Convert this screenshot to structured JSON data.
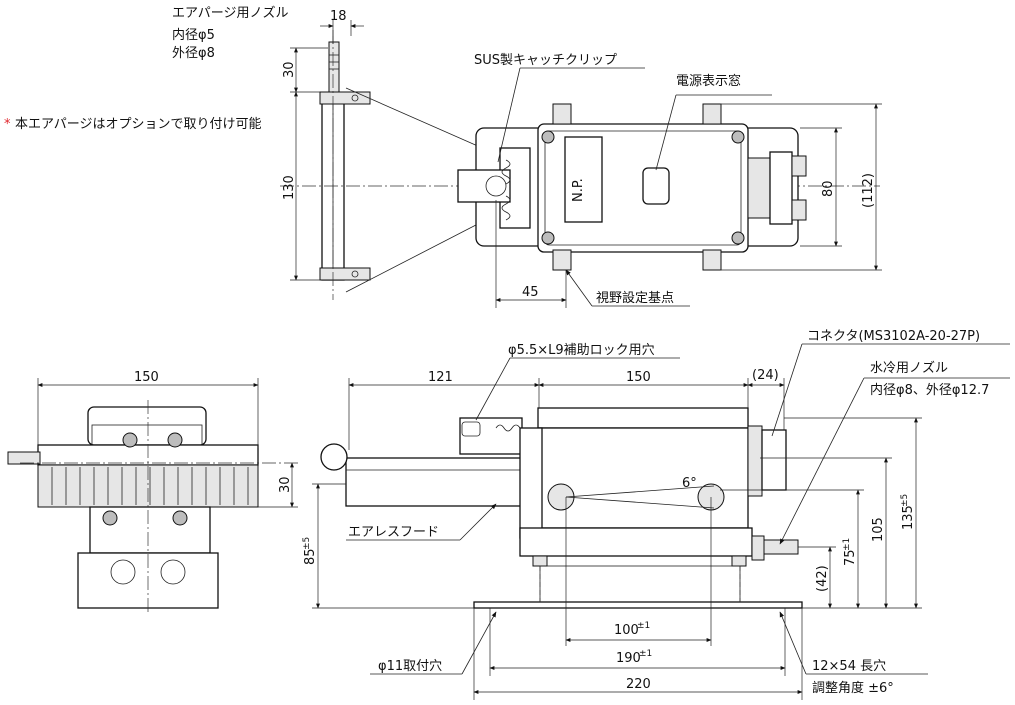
{
  "labels": {
    "air_purge_nozzle": "エアパージ用ノズル",
    "inner_dia_5": "内径φ5",
    "outer_dia_8": "外径φ8",
    "option_note_mark": "*",
    "option_note": "本エアパージはオプションで取り付け可能",
    "sus_clip": "SUS製キャッチクリップ",
    "power_window": "電源表示窓",
    "np": "N.P.",
    "view_reference": "視野設定基点",
    "lock_hole": "φ5.5×L9補助ロック用穴",
    "connector": "コネクタ(MS3102A-20-27P)",
    "water_nozzle": "水冷用ノズル",
    "water_nozzle_dia": "内径φ8、外径φ12.7",
    "airless_hood": "エアレスフード",
    "mount_hole": "φ11取付穴",
    "slot": "12×54 長穴",
    "adjust_angle": "調整角度 ±6°",
    "angle_6": "6°"
  },
  "dimensions": {
    "d18": "18",
    "d30_top": "30",
    "d130": "130",
    "d80": "80",
    "d112": "(112)",
    "d45": "45",
    "d150_left": "150",
    "d30_left": "30",
    "d121": "121",
    "d150_mid": "150",
    "d24": "(24)",
    "d85": "85",
    "d85_tol": "±5",
    "d135": "135",
    "d135_tol": "±5",
    "d105": "105",
    "d75": "75",
    "d75_tol": "±1",
    "d42": "(42)",
    "d100": "100",
    "d100_tol": "±1",
    "d190": "190",
    "d190_tol": "±1",
    "d220": "220"
  }
}
